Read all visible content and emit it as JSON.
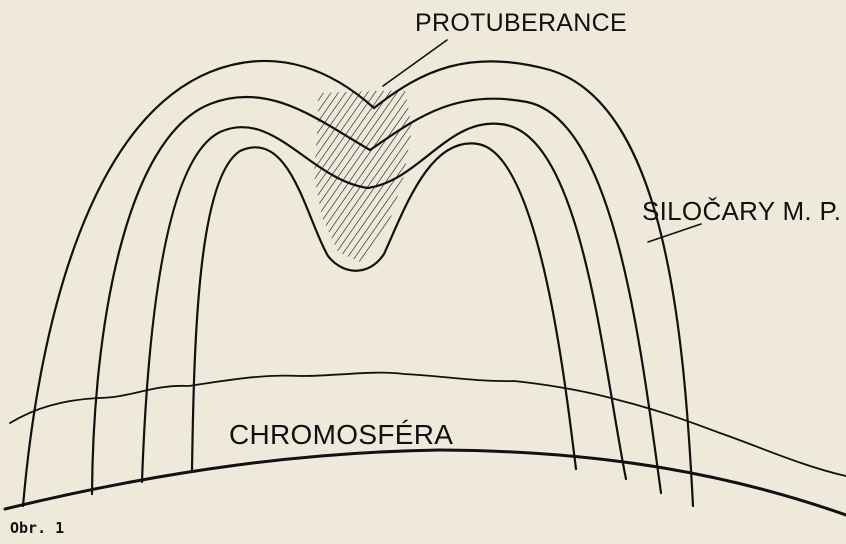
{
  "diagram": {
    "labels": {
      "prominence": "PROTUBERANCE",
      "field_lines": "SILOČARY M. P.",
      "chromosphere": "CHROMOSFÉRA"
    },
    "caption": "Obr. 1"
  }
}
